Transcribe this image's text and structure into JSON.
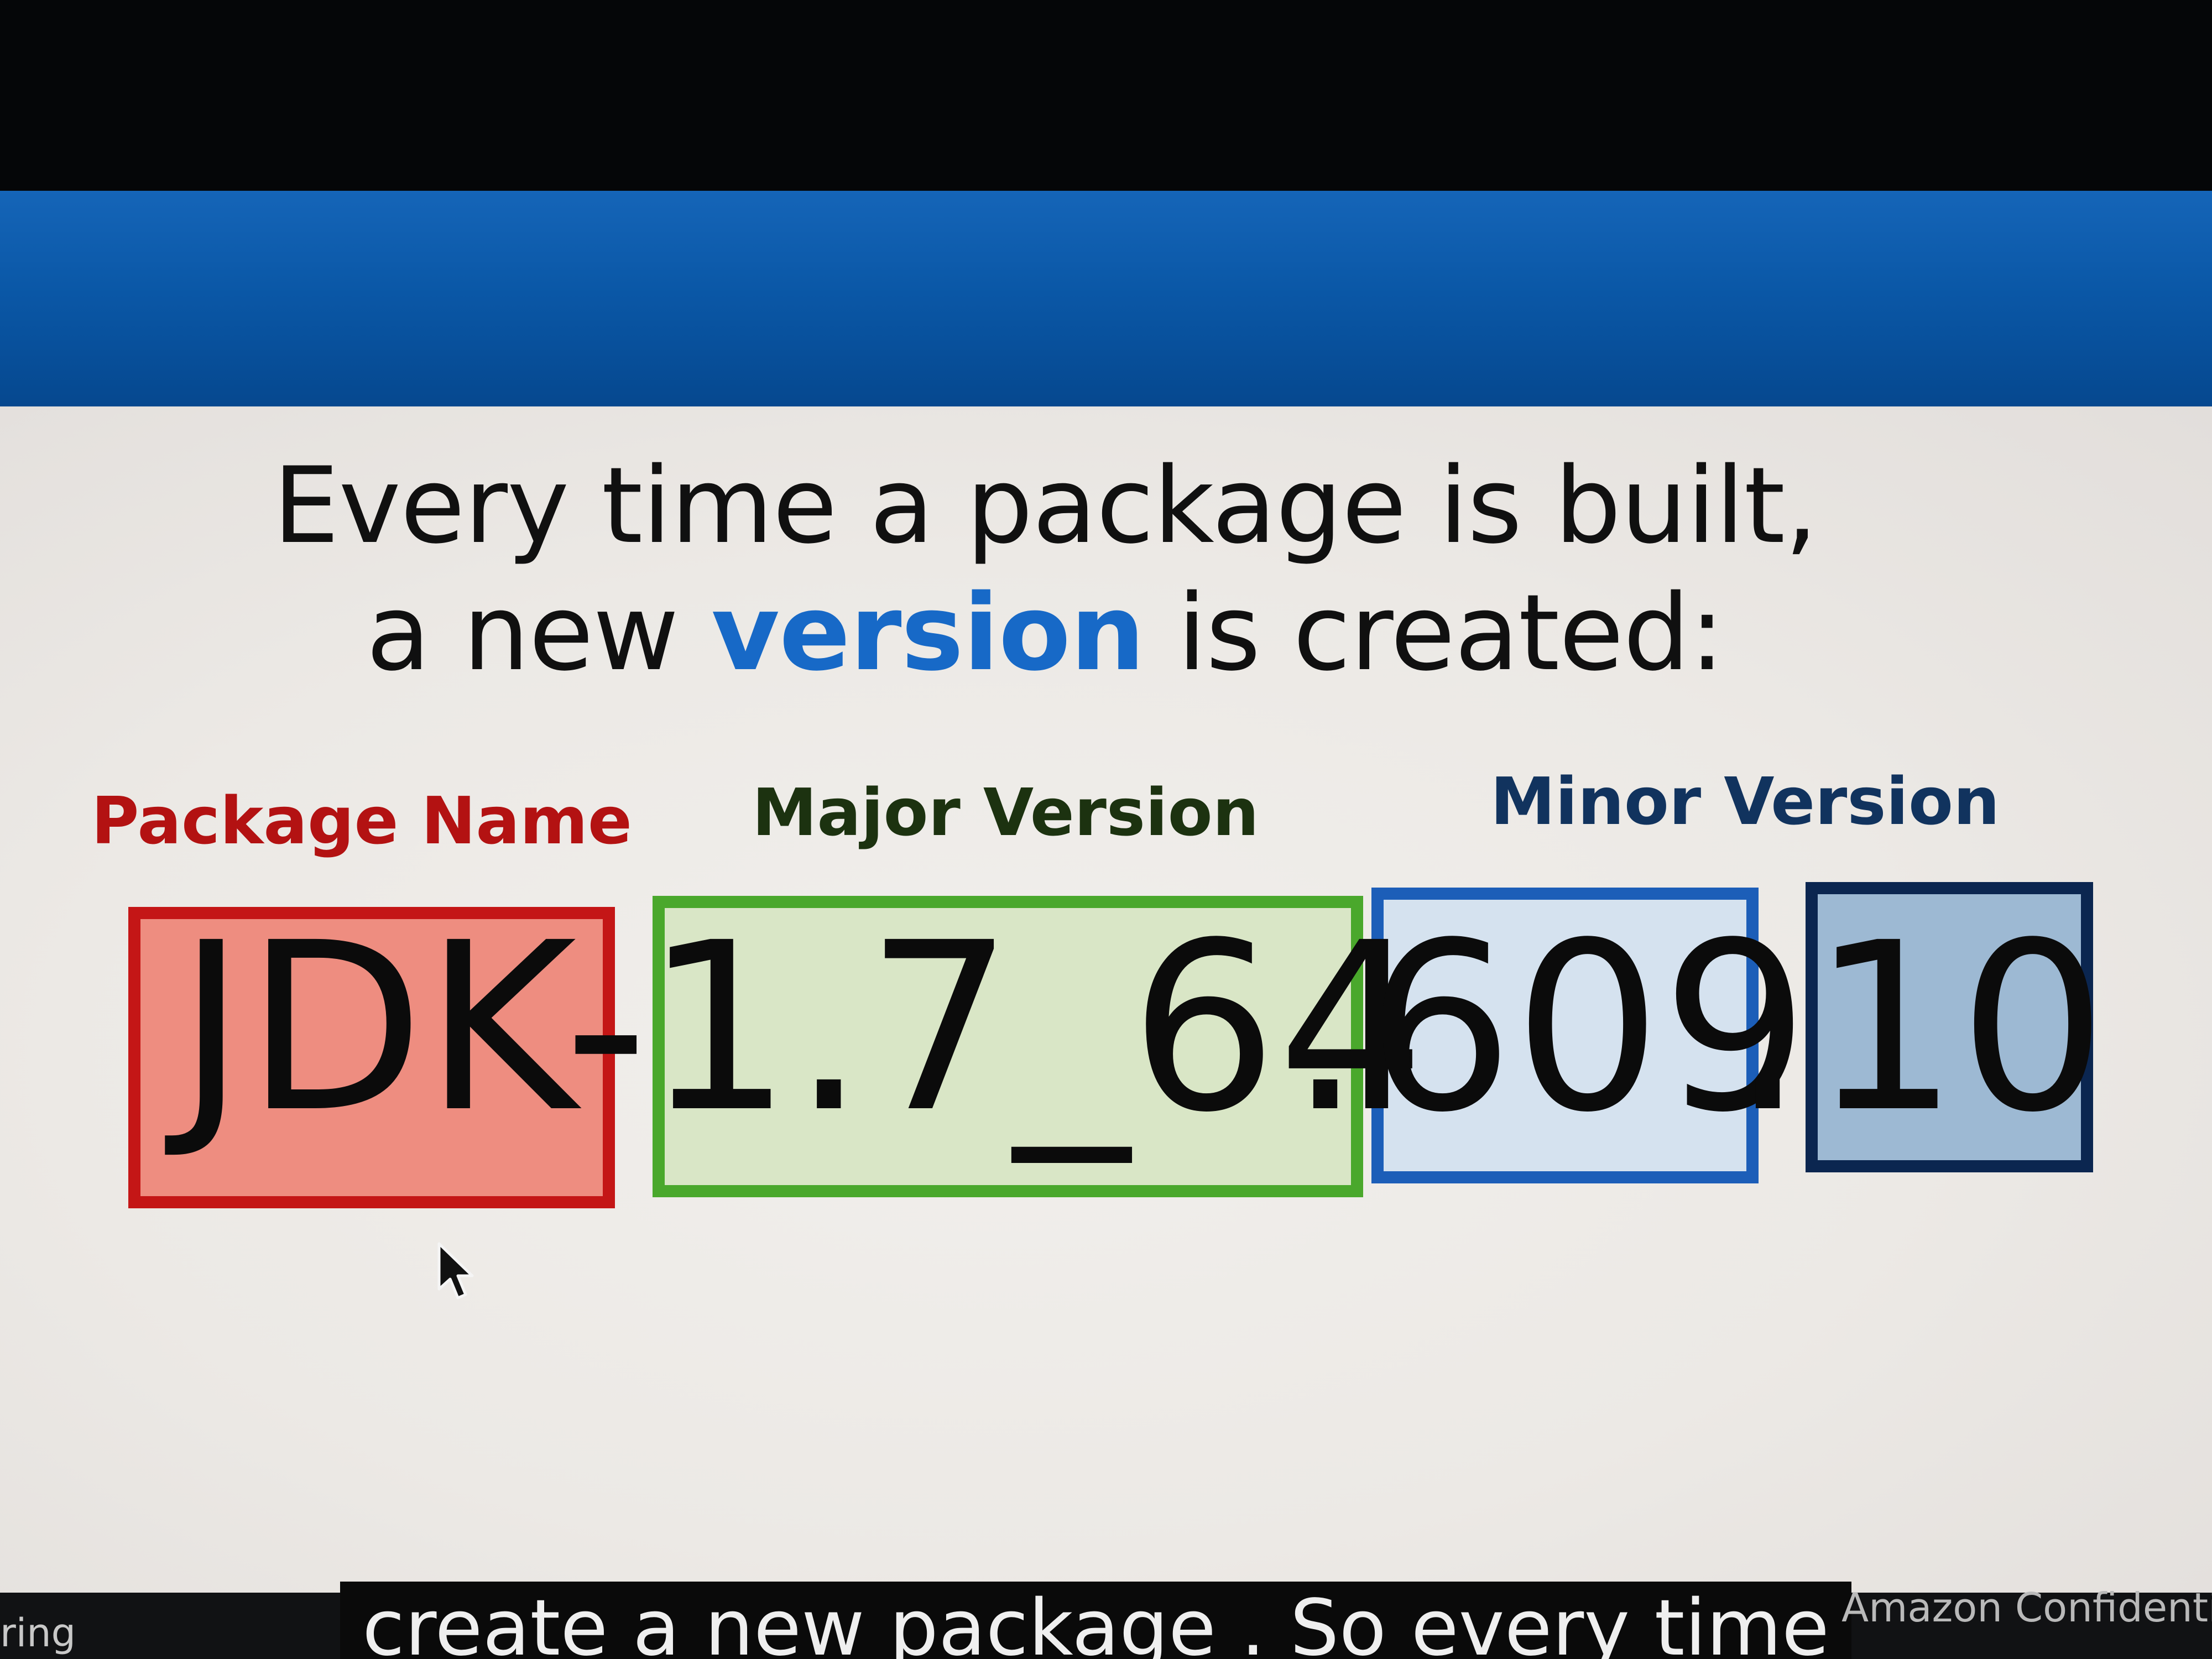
{
  "slide": {
    "title_line1": "Every time a package is built,",
    "title_line2_before": "a new ",
    "title_line2_accent": "version",
    "title_line2_after": " is created:",
    "labels": {
      "package_name": "Package Name",
      "major_version": "Major Version",
      "minor_version": "Minor Version"
    },
    "version_string": {
      "name": "JDK",
      "dash": "-",
      "major": "1.7_64",
      "dot1": ".",
      "minor": "609",
      "dot2": ".",
      "patch": "10"
    },
    "colors": {
      "accent_blue": "#1769c7",
      "package_red": "#c41616",
      "major_green": "#4aa82c",
      "minor_blue": "#1c5eb8",
      "patch_navy": "#0b2650"
    }
  },
  "bottom": {
    "left_fragment": "ring",
    "caption": "create a new package . So every time",
    "footer_right": "Amazon Confidentia"
  },
  "icons": {
    "cursor": "mouse-pointer-icon"
  }
}
